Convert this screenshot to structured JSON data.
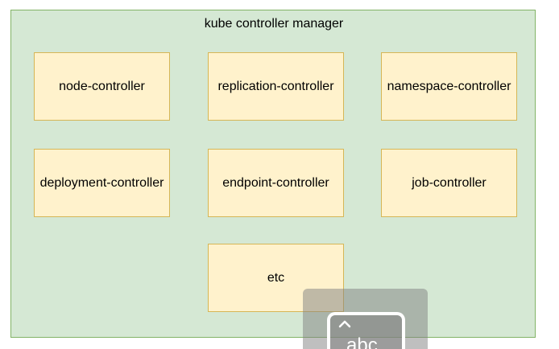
{
  "diagram": {
    "container": {
      "title": "kube controller manager"
    },
    "controllers": [
      "node-controller",
      "replication-controller",
      "namespace-controller",
      "deployment-controller",
      "endpoint-controller",
      "job-controller",
      "etc"
    ],
    "colors": {
      "container_fill": "#d5e8d4",
      "container_stroke": "#82b366",
      "box_fill": "#fff2cc",
      "box_stroke": "#d6b656"
    }
  },
  "overlay": {
    "icon": "keyboard-caret-icon",
    "text": "abc"
  }
}
